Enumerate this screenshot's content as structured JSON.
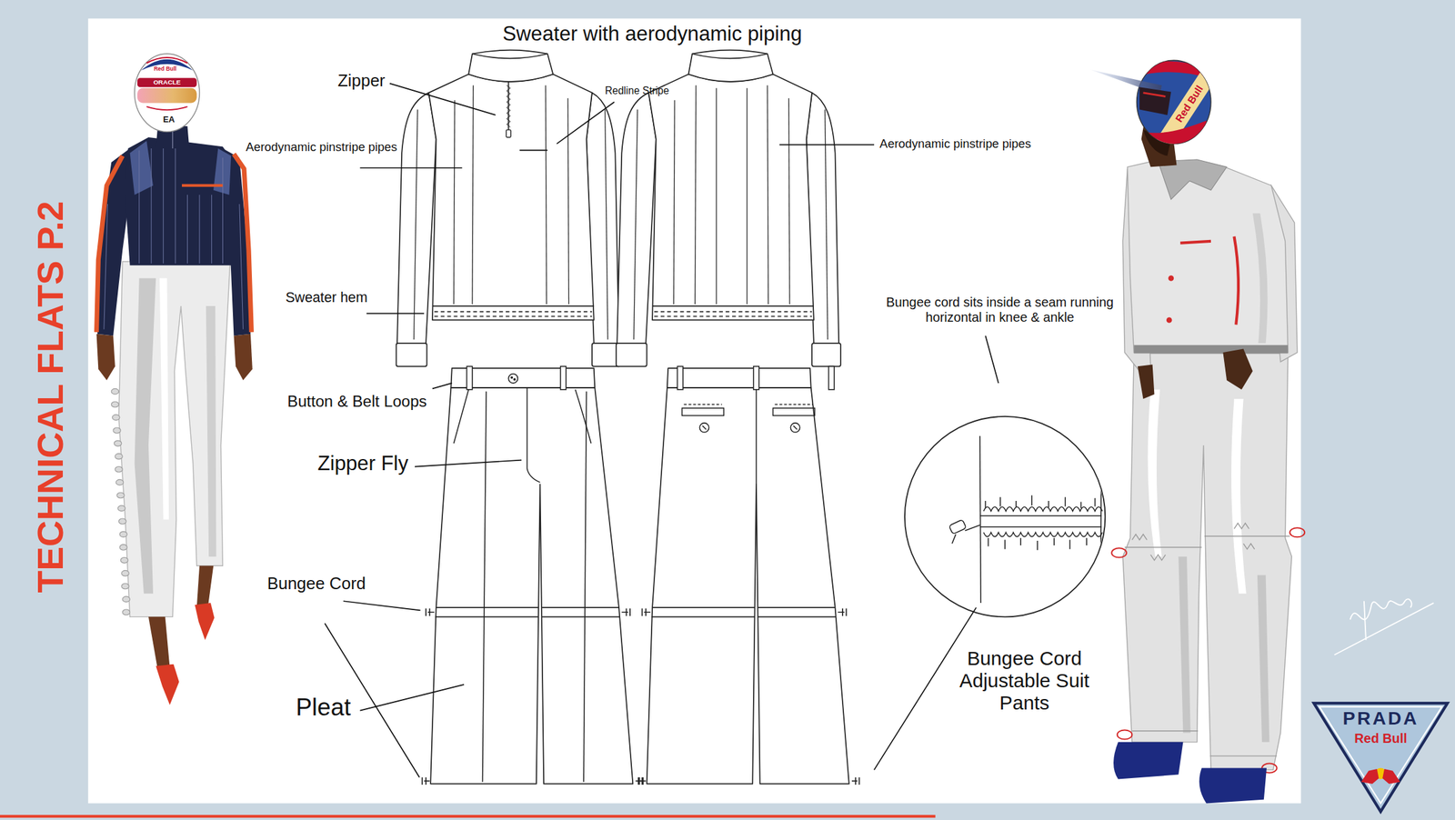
{
  "diagram": {
    "title": "Sweater with aerodynamic piping",
    "nodes": [
      {
        "text": [
          "PRADA",
          "Red Bull"
        ]
      }
    ],
    "labels": [
      "TECHNICAL FLATS P.2",
      "Zipper",
      "Aerodynamic pinstripe pipes",
      "Redline Stripe",
      "Aerodynamic pinstripe pipes",
      "Sweater hem",
      "Button & Belt Loops",
      "Zipper Fly",
      "Bungee Cord",
      "Pleat",
      "Bungee cord sits inside a seam running horizontal in knee & ankle",
      "Bungee Cord Adjustable Suit Pants",
      "Red Bull",
      "ORACLE",
      "EA",
      "Red Bull"
    ]
  }
}
